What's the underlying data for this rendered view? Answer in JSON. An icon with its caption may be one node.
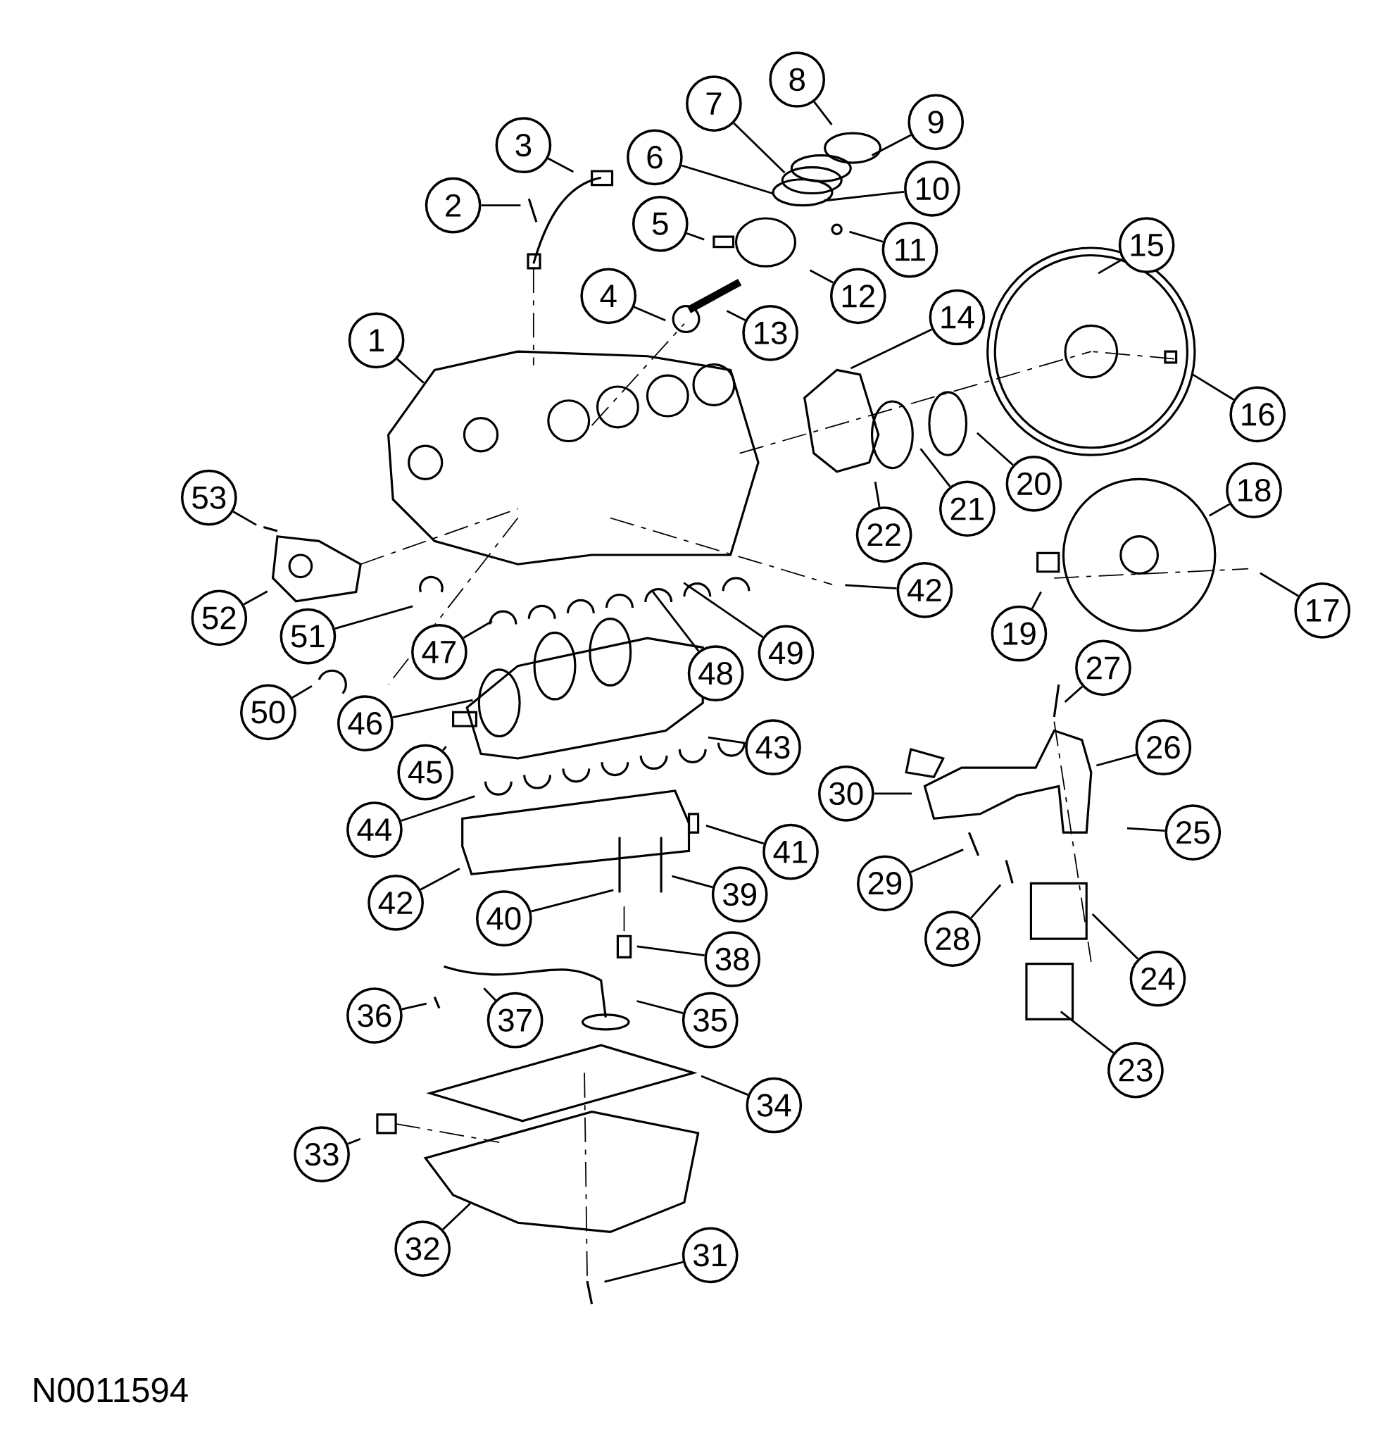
{
  "diagram": {
    "nodes": [
      {
        "text": [
          "1"
        ]
      },
      {
        "text": [
          "2"
        ]
      },
      {
        "text": [
          "3"
        ]
      },
      {
        "text": [
          "4"
        ]
      },
      {
        "text": [
          "5"
        ]
      },
      {
        "text": [
          "6"
        ]
      },
      {
        "text": [
          "7"
        ]
      },
      {
        "text": [
          "8"
        ]
      },
      {
        "text": [
          "9"
        ]
      },
      {
        "text": [
          "10"
        ]
      },
      {
        "text": [
          "11"
        ]
      },
      {
        "text": [
          "12"
        ]
      },
      {
        "text": [
          "13"
        ]
      },
      {
        "text": [
          "14"
        ]
      },
      {
        "text": [
          "15"
        ]
      },
      {
        "text": [
          "16"
        ]
      },
      {
        "text": [
          "17"
        ]
      },
      {
        "text": [
          "18"
        ]
      },
      {
        "text": [
          "19"
        ]
      },
      {
        "text": [
          "20"
        ]
      },
      {
        "text": [
          "21"
        ]
      },
      {
        "text": [
          "22"
        ]
      },
      {
        "text": [
          "23"
        ]
      },
      {
        "text": [
          "24"
        ]
      },
      {
        "text": [
          "25"
        ]
      },
      {
        "text": [
          "26"
        ]
      },
      {
        "text": [
          "27"
        ]
      },
      {
        "text": [
          "28"
        ]
      },
      {
        "text": [
          "29"
        ]
      },
      {
        "text": [
          "30"
        ]
      },
      {
        "text": [
          "31"
        ]
      },
      {
        "text": [
          "32"
        ]
      },
      {
        "text": [
          "33"
        ]
      },
      {
        "text": [
          "34"
        ]
      },
      {
        "text": [
          "35"
        ]
      },
      {
        "text": [
          "36"
        ]
      },
      {
        "text": [
          "37"
        ]
      },
      {
        "text": [
          "38"
        ]
      },
      {
        "text": [
          "39"
        ]
      },
      {
        "text": [
          "40"
        ]
      },
      {
        "text": [
          "41"
        ]
      },
      {
        "text": [
          "42"
        ]
      },
      {
        "text": [
          "42"
        ]
      },
      {
        "text": [
          "43"
        ]
      },
      {
        "text": [
          "44"
        ]
      },
      {
        "text": [
          "45"
        ]
      },
      {
        "text": [
          "46"
        ]
      },
      {
        "text": [
          "47"
        ]
      },
      {
        "text": [
          "48"
        ]
      },
      {
        "text": [
          "49"
        ]
      },
      {
        "text": [
          "50"
        ]
      },
      {
        "text": [
          "51"
        ]
      },
      {
        "text": [
          "52"
        ]
      },
      {
        "text": [
          "53"
        ]
      }
    ],
    "edges": [
      {
        "from": 0,
        "to": null,
        "arrow": "none"
      },
      {
        "from": 1,
        "to": null,
        "arrow": "none"
      },
      {
        "from": 2,
        "to": null,
        "arrow": "none"
      },
      {
        "from": 3,
        "to": null,
        "arrow": "none"
      },
      {
        "from": 4,
        "to": null,
        "arrow": "none"
      },
      {
        "from": 5,
        "to": null,
        "arrow": "none"
      },
      {
        "from": 6,
        "to": null,
        "arrow": "none"
      },
      {
        "from": 7,
        "to": null,
        "arrow": "none"
      },
      {
        "from": 8,
        "to": null,
        "arrow": "none"
      },
      {
        "from": 9,
        "to": null,
        "arrow": "none"
      },
      {
        "from": 10,
        "to": null,
        "arrow": "none"
      },
      {
        "from": 11,
        "to": null,
        "arrow": "none"
      },
      {
        "from": 12,
        "to": null,
        "arrow": "none"
      },
      {
        "from": 13,
        "to": null,
        "arrow": "none"
      },
      {
        "from": 14,
        "to": null,
        "arrow": "none"
      },
      {
        "from": 15,
        "to": null,
        "arrow": "none"
      },
      {
        "from": 16,
        "to": null,
        "arrow": "none"
      },
      {
        "from": 17,
        "to": null,
        "arrow": "none"
      },
      {
        "from": 18,
        "to": null,
        "arrow": "none"
      },
      {
        "from": 19,
        "to": null,
        "arrow": "none"
      },
      {
        "from": 20,
        "to": null,
        "arrow": "none"
      },
      {
        "from": 21,
        "to": null,
        "arrow": "none"
      },
      {
        "from": 22,
        "to": null,
        "arrow": "none"
      },
      {
        "from": 23,
        "to": null,
        "arrow": "none"
      },
      {
        "from": 24,
        "to": null,
        "arrow": "none"
      },
      {
        "from": 25,
        "to": null,
        "arrow": "none"
      },
      {
        "from": 26,
        "to": null,
        "arrow": "none"
      },
      {
        "from": 27,
        "to": null,
        "arrow": "none"
      },
      {
        "from": 28,
        "to": null,
        "arrow": "none"
      },
      {
        "from": 29,
        "to": null,
        "arrow": "none"
      },
      {
        "from": 30,
        "to": null,
        "arrow": "none"
      },
      {
        "from": 31,
        "to": null,
        "arrow": "none"
      },
      {
        "from": 32,
        "to": null,
        "arrow": "none"
      },
      {
        "from": 33,
        "to": null,
        "arrow": "none"
      },
      {
        "from": 34,
        "to": null,
        "arrow": "none"
      },
      {
        "from": 35,
        "to": null,
        "arrow": "none"
      },
      {
        "from": 36,
        "to": null,
        "arrow": "none"
      },
      {
        "from": 37,
        "to": null,
        "arrow": "none"
      },
      {
        "from": 38,
        "to": null,
        "arrow": "none"
      },
      {
        "from": 39,
        "to": null,
        "arrow": "none"
      },
      {
        "from": 40,
        "to": null,
        "arrow": "none"
      },
      {
        "from": 41,
        "to": null,
        "arrow": "none"
      },
      {
        "from": 42,
        "to": null,
        "arrow": "none"
      },
      {
        "from": 43,
        "to": null,
        "arrow": "none"
      },
      {
        "from": 44,
        "to": null,
        "arrow": "none"
      },
      {
        "from": 45,
        "to": null,
        "arrow": "none"
      },
      {
        "from": 46,
        "to": null,
        "arrow": "none"
      },
      {
        "from": 47,
        "to": null,
        "arrow": "none"
      },
      {
        "from": 48,
        "to": null,
        "arrow": "none"
      },
      {
        "from": 49,
        "to": null,
        "arrow": "none"
      },
      {
        "from": 50,
        "to": null,
        "arrow": "none"
      },
      {
        "from": 51,
        "to": null,
        "arrow": "none"
      },
      {
        "from": 52,
        "to": null,
        "arrow": "none"
      },
      {
        "from": 53,
        "to": null,
        "arrow": "none"
      }
    ],
    "labels": [
      "N0011594"
    ]
  }
}
